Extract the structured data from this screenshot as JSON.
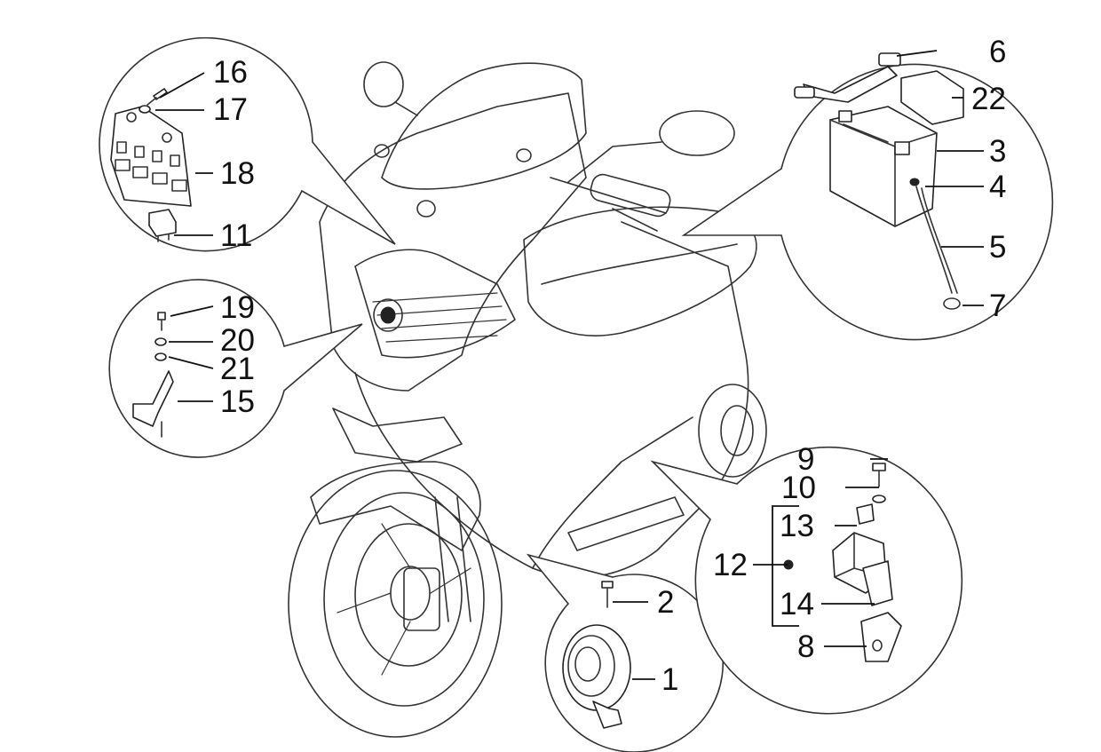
{
  "callouts": {
    "n1": "1",
    "n2": "2",
    "n3": "3",
    "n4": "4",
    "n5": "5",
    "n6": "6",
    "n7": "7",
    "n8": "8",
    "n9": "9",
    "n10": "10",
    "n11": "11",
    "n12": "12",
    "n13": "13",
    "n14": "14",
    "n15": "15",
    "n16": "16",
    "n17": "17",
    "n18": "18",
    "n19": "19",
    "n20": "20",
    "n21": "21",
    "n22": "22"
  },
  "icons": {
    "scooter": "scooter-illustration-icon",
    "fuse_box": "fuse-box-icon",
    "relay": "relay-icon",
    "battery": "battery-icon",
    "horn": "horn-icon",
    "regulator": "voltage-regulator-icon",
    "bracket": "bracket-icon",
    "screw": "screw-icon",
    "washer": "washer-icon"
  }
}
